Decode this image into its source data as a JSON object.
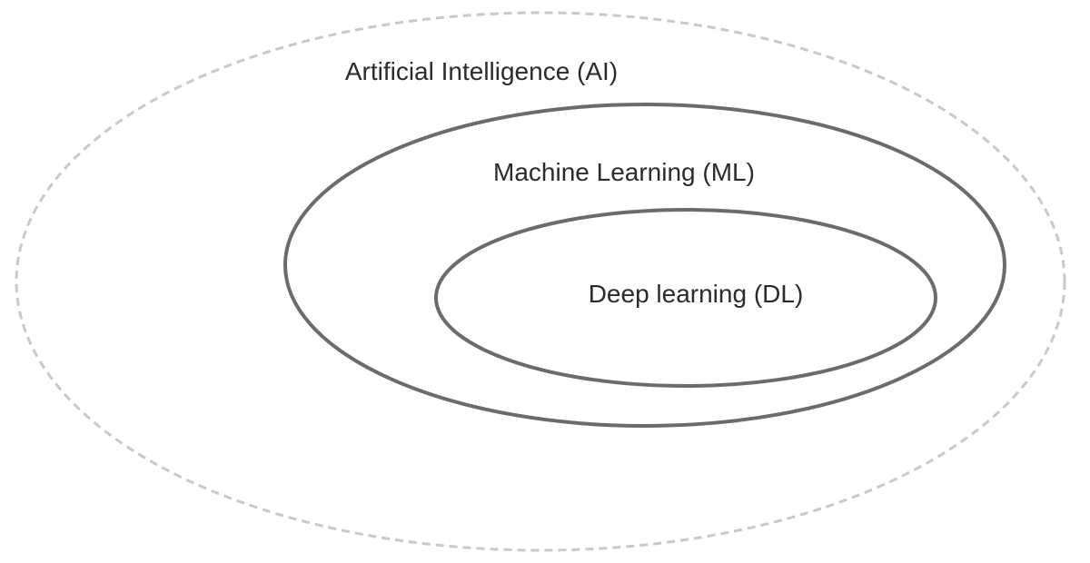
{
  "diagram": {
    "sets": [
      {
        "id": "ai",
        "label": "Artificial Intelligence (AI)",
        "style": "dashed",
        "color": "#c9c9c9"
      },
      {
        "id": "ml",
        "label": "Machine Learning (ML)",
        "style": "solid",
        "color": "#6b6b6b"
      },
      {
        "id": "dl",
        "label": "Deep learning (DL)",
        "style": "solid",
        "color": "#6b6b6b"
      }
    ],
    "relation": "nested"
  }
}
